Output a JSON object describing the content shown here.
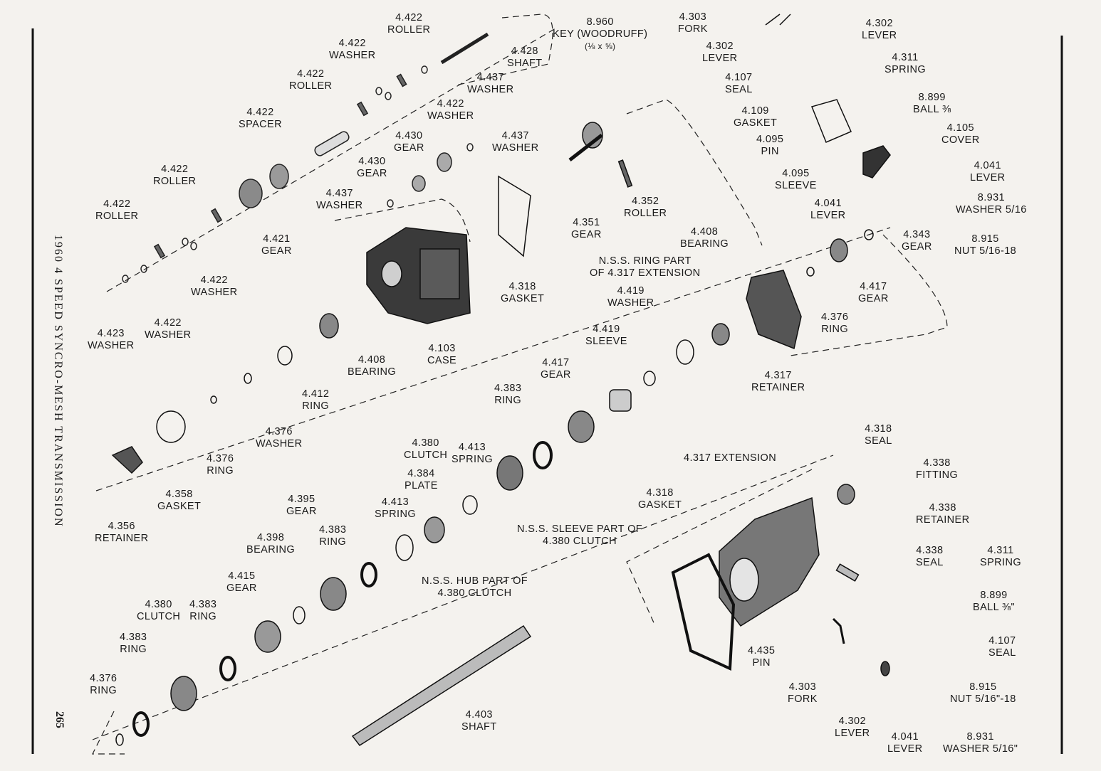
{
  "page": {
    "side_title": "1960 4 SPEED SYNCRO-MESH TRANSMISSION",
    "page_number": "265"
  },
  "labels": [
    {
      "id": "l01",
      "num": "4.422",
      "text": "ROLLER"
    },
    {
      "id": "l02",
      "num": "8.960",
      "text": "KEY (WOODRUFF)",
      "sub": "(⅛ x ⅝)"
    },
    {
      "id": "l03",
      "num": "4.422",
      "text": "WASHER"
    },
    {
      "id": "l04",
      "num": "4.428",
      "text": "SHAFT"
    },
    {
      "id": "l05",
      "num": "4.422",
      "text": "ROLLER"
    },
    {
      "id": "l06",
      "num": "4.437",
      "text": "WASHER"
    },
    {
      "id": "l07",
      "num": "4.422",
      "text": "WASHER"
    },
    {
      "id": "l08",
      "num": "4.422",
      "text": "SPACER"
    },
    {
      "id": "l09",
      "num": "4.430",
      "text": "GEAR"
    },
    {
      "id": "l10",
      "num": "4.437",
      "text": "WASHER"
    },
    {
      "id": "l11",
      "num": "4.430",
      "text": "GEAR"
    },
    {
      "id": "l12",
      "num": "4.422",
      "text": "ROLLER"
    },
    {
      "id": "l13",
      "num": "4.437",
      "text": "WASHER"
    },
    {
      "id": "l14",
      "num": "4.422",
      "text": "ROLLER"
    },
    {
      "id": "l15",
      "num": "4.421",
      "text": "GEAR"
    },
    {
      "id": "l16",
      "num": "4.422",
      "text": "WASHER"
    },
    {
      "id": "l17",
      "num": "4.422",
      "text": "WASHER"
    },
    {
      "id": "l18",
      "num": "4.423",
      "text": "WASHER"
    },
    {
      "id": "l19",
      "num": "4.303",
      "text": "FORK"
    },
    {
      "id": "l20",
      "num": "4.302",
      "text": "LEVER"
    },
    {
      "id": "l21",
      "num": "4.302",
      "text": "LEVER"
    },
    {
      "id": "l22",
      "num": "4.311",
      "text": "SPRING"
    },
    {
      "id": "l23",
      "num": "4.107",
      "text": "SEAL"
    },
    {
      "id": "l24",
      "num": "8.899",
      "text": "BALL ⅜"
    },
    {
      "id": "l25",
      "num": "4.109",
      "text": "GASKET"
    },
    {
      "id": "l26",
      "num": "4.105",
      "text": "COVER"
    },
    {
      "id": "l27",
      "num": "4.095",
      "text": "PIN"
    },
    {
      "id": "l28",
      "num": "4.041",
      "text": "LEVER"
    },
    {
      "id": "l29",
      "num": "4.095",
      "text": "SLEEVE"
    },
    {
      "id": "l30",
      "num": "4.041",
      "text": "LEVER"
    },
    {
      "id": "l31",
      "num": "8.931",
      "text": "WASHER 5/16"
    },
    {
      "id": "l32",
      "num": "8.915",
      "text": "NUT 5/16-18"
    },
    {
      "id": "l33",
      "num": "4.343",
      "text": "GEAR"
    },
    {
      "id": "l34",
      "num": "4.351",
      "text": "GEAR"
    },
    {
      "id": "l35",
      "num": "4.352",
      "text": "ROLLER"
    },
    {
      "id": "l36",
      "num": "4.318",
      "text": "GASKET"
    },
    {
      "id": "l37",
      "num": "4.408",
      "text": "BEARING"
    },
    {
      "id": "l38",
      "num": "",
      "text": "N.S.S. RING PART",
      "sub": "OF 4.317 EXTENSION"
    },
    {
      "id": "l39",
      "num": "4.417",
      "text": "GEAR"
    },
    {
      "id": "l40",
      "num": "4.376",
      "text": "RING"
    },
    {
      "id": "l41",
      "num": "4.419",
      "text": "WASHER"
    },
    {
      "id": "l42",
      "num": "4.103",
      "text": "CASE"
    },
    {
      "id": "l43",
      "num": "4.408",
      "text": "BEARING"
    },
    {
      "id": "l44",
      "num": "4.419",
      "text": "SLEEVE"
    },
    {
      "id": "l45",
      "num": "4.317",
      "text": "RETAINER"
    },
    {
      "id": "l46",
      "num": "4.412",
      "text": "RING"
    },
    {
      "id": "l47",
      "num": "4.417",
      "text": "GEAR"
    },
    {
      "id": "l48",
      "num": "4.383",
      "text": "RING"
    },
    {
      "id": "l49",
      "num": "4.376",
      "text": "WASHER"
    },
    {
      "id": "l50",
      "num": "4.376",
      "text": "RING"
    },
    {
      "id": "l51",
      "num": "4.358",
      "text": "GASKET"
    },
    {
      "id": "l52",
      "num": "4.356",
      "text": "RETAINER"
    },
    {
      "id": "l53",
      "num": "4.380",
      "text": "CLUTCH"
    },
    {
      "id": "l54",
      "num": "4.413",
      "text": "SPRING"
    },
    {
      "id": "l55",
      "num": "4.384",
      "text": "PLATE"
    },
    {
      "id": "l56",
      "num": "4.318",
      "text": "SEAL"
    },
    {
      "id": "l57",
      "num": "",
      "text": "4.317 EXTENSION"
    },
    {
      "id": "l58",
      "num": "4.338",
      "text": "FITTING"
    },
    {
      "id": "l59",
      "num": "4.318",
      "text": "GASKET"
    },
    {
      "id": "l60",
      "num": "4.338",
      "text": "RETAINER"
    },
    {
      "id": "l61",
      "num": "4.395",
      "text": "GEAR"
    },
    {
      "id": "l62",
      "num": "4.413",
      "text": "SPRING"
    },
    {
      "id": "l63",
      "num": "",
      "text": "N.S.S. SLEEVE PART OF",
      "sub": "4.380 CLUTCH"
    },
    {
      "id": "l64",
      "num": "4.398",
      "text": "BEARING"
    },
    {
      "id": "l65",
      "num": "4.383",
      "text": "RING"
    },
    {
      "id": "l66",
      "num": "4.338",
      "text": "SEAL"
    },
    {
      "id": "l67",
      "num": "4.311",
      "text": "SPRING"
    },
    {
      "id": "l68",
      "num": "4.415",
      "text": "GEAR"
    },
    {
      "id": "l69",
      "num": "",
      "text": "N.S.S. HUB PART OF",
      "sub": "4.380 CLUTCH"
    },
    {
      "id": "l70",
      "num": "8.899",
      "text": "BALL ⅜\""
    },
    {
      "id": "l71",
      "num": "4.380",
      "text": "CLUTCH"
    },
    {
      "id": "l72",
      "num": "4.383",
      "text": "RING"
    },
    {
      "id": "l73",
      "num": "4.383",
      "text": "RING"
    },
    {
      "id": "l74",
      "num": "4.107",
      "text": "SEAL"
    },
    {
      "id": "l75",
      "num": "4.435",
      "text": "PIN"
    },
    {
      "id": "l76",
      "num": "4.376",
      "text": "RING"
    },
    {
      "id": "l77",
      "num": "4.303",
      "text": "FORK"
    },
    {
      "id": "l78",
      "num": "8.915",
      "text": "NUT 5/16\"-18"
    },
    {
      "id": "l79",
      "num": "4.403",
      "text": "SHAFT"
    },
    {
      "id": "l80",
      "num": "4.302",
      "text": "LEVER"
    },
    {
      "id": "l81",
      "num": "4.041",
      "text": "LEVER"
    },
    {
      "id": "l82",
      "num": "8.931",
      "text": "WASHER 5/16\""
    }
  ]
}
